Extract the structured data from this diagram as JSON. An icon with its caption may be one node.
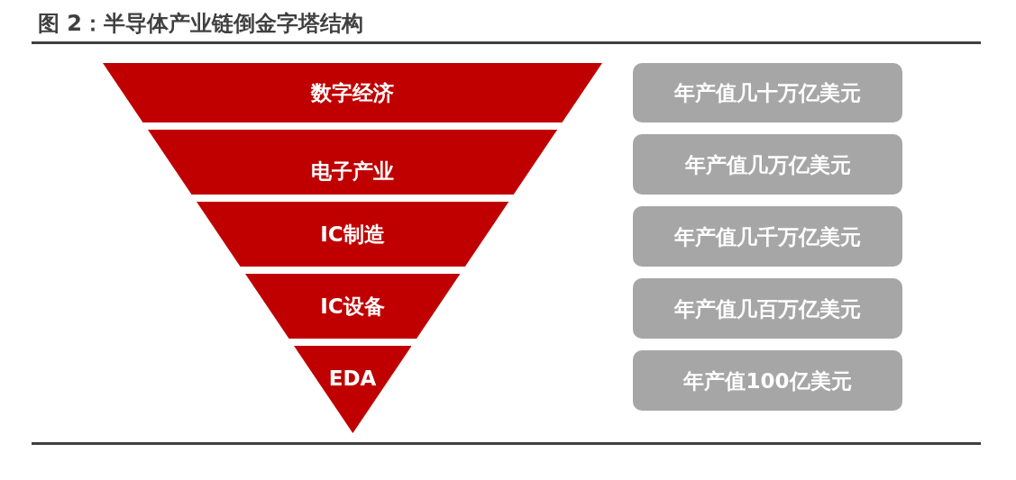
{
  "diagram": {
    "title": "图 2：半导体产业链倒金字塔结构",
    "nodes": [
      {
        "text": [
          "数字经济"
        ]
      },
      {
        "text": [
          "电子产业"
        ]
      },
      {
        "text": [
          "IC制造"
        ]
      },
      {
        "text": [
          "IC设备"
        ]
      },
      {
        "text": [
          "EDA"
        ]
      },
      {
        "text": [
          "年产值几十万亿美元"
        ]
      },
      {
        "text": [
          "年产值几万亿美元"
        ]
      },
      {
        "text": [
          "年产值几千万亿美元"
        ]
      },
      {
        "text": [
          "年产值几百万亿美元"
        ]
      },
      {
        "text": [
          "年产值100亿美元"
        ]
      }
    ]
  }
}
